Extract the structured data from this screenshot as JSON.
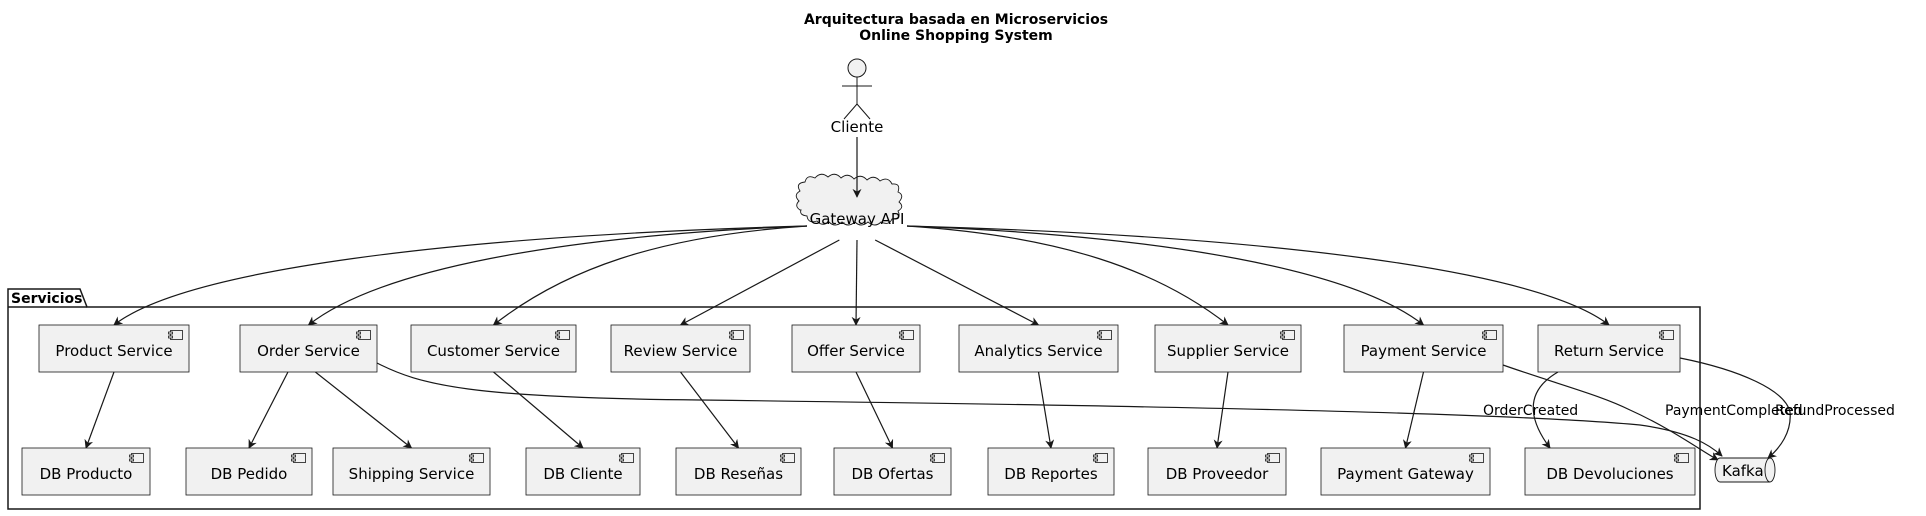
{
  "title": {
    "line1": "Arquitectura basada en Microservicios",
    "line2": "Online Shopping System"
  },
  "actor": {
    "label": "Cliente"
  },
  "gateway": {
    "label": "Gateway API"
  },
  "package": {
    "label": "Servicios"
  },
  "queue": {
    "label": "Kafka"
  },
  "services": [
    {
      "id": "product",
      "label": "Product Service"
    },
    {
      "id": "order",
      "label": "Order Service"
    },
    {
      "id": "customer",
      "label": "Customer Service"
    },
    {
      "id": "review",
      "label": "Review Service"
    },
    {
      "id": "offer",
      "label": "Offer Service"
    },
    {
      "id": "analytics",
      "label": "Analytics Service"
    },
    {
      "id": "supplier",
      "label": "Supplier Service"
    },
    {
      "id": "payment",
      "label": "Payment Service"
    },
    {
      "id": "return",
      "label": "Return Service"
    }
  ],
  "backends": [
    {
      "id": "db-producto",
      "label": "DB Producto"
    },
    {
      "id": "db-pedido",
      "label": "DB Pedido"
    },
    {
      "id": "shipping",
      "label": "Shipping Service"
    },
    {
      "id": "db-cliente",
      "label": "DB Cliente"
    },
    {
      "id": "db-resenas",
      "label": "DB Reseñas"
    },
    {
      "id": "db-ofertas",
      "label": "DB Ofertas"
    },
    {
      "id": "db-reportes",
      "label": "DB Reportes"
    },
    {
      "id": "db-proveedor",
      "label": "DB Proveedor"
    },
    {
      "id": "payment-gateway",
      "label": "Payment Gateway"
    },
    {
      "id": "db-devoluciones",
      "label": "DB Devoluciones"
    }
  ],
  "edges": [
    {
      "from": "cliente",
      "to": "gateway"
    },
    {
      "from": "gateway",
      "to": "product"
    },
    {
      "from": "gateway",
      "to": "order"
    },
    {
      "from": "gateway",
      "to": "customer"
    },
    {
      "from": "gateway",
      "to": "review"
    },
    {
      "from": "gateway",
      "to": "offer"
    },
    {
      "from": "gateway",
      "to": "analytics"
    },
    {
      "from": "gateway",
      "to": "supplier"
    },
    {
      "from": "gateway",
      "to": "payment"
    },
    {
      "from": "gateway",
      "to": "return"
    },
    {
      "from": "product",
      "to": "db-producto"
    },
    {
      "from": "order",
      "to": "db-pedido"
    },
    {
      "from": "order",
      "to": "shipping"
    },
    {
      "from": "customer",
      "to": "db-cliente"
    },
    {
      "from": "review",
      "to": "db-resenas"
    },
    {
      "from": "offer",
      "to": "db-ofertas"
    },
    {
      "from": "analytics",
      "to": "db-reportes"
    },
    {
      "from": "supplier",
      "to": "db-proveedor"
    },
    {
      "from": "payment",
      "to": "payment-gateway"
    },
    {
      "from": "return",
      "to": "db-devoluciones"
    },
    {
      "from": "order",
      "to": "kafka",
      "label": "OrderCreated"
    },
    {
      "from": "payment",
      "to": "kafka",
      "label": "PaymentCompleted"
    },
    {
      "from": "return",
      "to": "kafka",
      "label": "RefundProcessed"
    }
  ]
}
